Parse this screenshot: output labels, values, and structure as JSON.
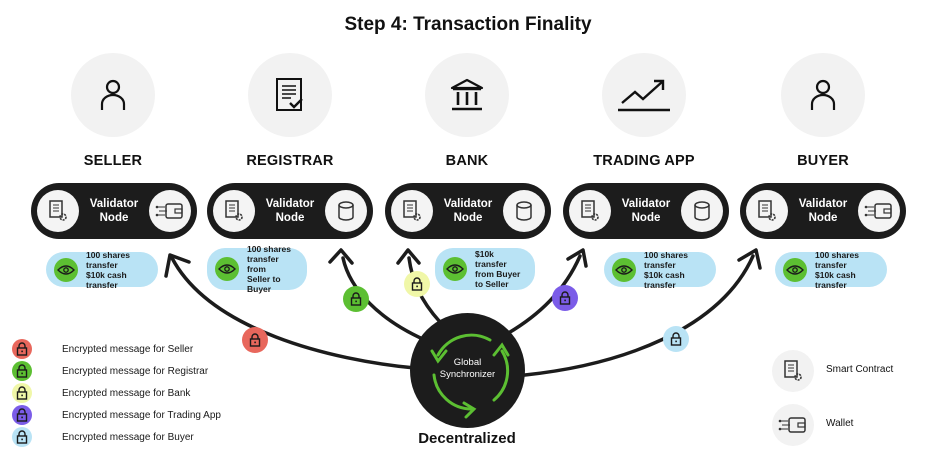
{
  "title": "Step 4: Transaction Finality",
  "entities": [
    {
      "label": "SELLER",
      "icon": "person-icon"
    },
    {
      "label": "REGISTRAR",
      "icon": "document-check-icon"
    },
    {
      "label": "BANK",
      "icon": "bank-icon"
    },
    {
      "label": "TRADING APP",
      "icon": "chart-trend-icon"
    },
    {
      "label": "BUYER",
      "icon": "person-icon"
    }
  ],
  "nodes": [
    {
      "text_line1": "Validator",
      "text_line2": "Node",
      "left_icon": "smart-contract-icon",
      "right_icon": "wallet-icon"
    },
    {
      "text_line1": "Validator",
      "text_line2": "Node",
      "left_icon": "smart-contract-icon",
      "right_icon": "database-icon"
    },
    {
      "text_line1": "Validator",
      "text_line2": "Node",
      "left_icon": "smart-contract-icon",
      "right_icon": "database-icon"
    },
    {
      "text_line1": "Validator",
      "text_line2": "Node",
      "left_icon": "smart-contract-icon",
      "right_icon": "database-icon"
    },
    {
      "text_line1": "Validator",
      "text_line2": "Node",
      "left_icon": "smart-contract-icon",
      "right_icon": "wallet-icon"
    }
  ],
  "info": [
    {
      "lines": [
        "100 shares transfer",
        "$10k cash transfer"
      ]
    },
    {
      "lines": [
        "100 shares",
        "transfer from",
        "Seller to Buyer"
      ]
    },
    {
      "lines": [
        "$10k transfer",
        "from Buyer",
        "to Seller"
      ]
    },
    {
      "lines": [
        "100 shares transfer",
        "$10k cash transfer"
      ]
    },
    {
      "lines": [
        "100 shares transfer",
        "$10k cash transfer"
      ]
    }
  ],
  "synchronizer": {
    "line1": "Global",
    "line2": "Synchronizer",
    "caption": "Decentralized"
  },
  "colors": {
    "seller": "#e8675c",
    "registrar": "#5cbf32",
    "bank": "#f0f7a8",
    "trading_app": "#7b5ce8",
    "buyer": "#b9e3f5",
    "sync_arrows": "#5cbf32",
    "dark": "#1c1c1c"
  },
  "legend": [
    {
      "label": "Encrypted message for Seller",
      "color": "#e8675c"
    },
    {
      "label": "Encrypted message for Registrar",
      "color": "#5cbf32"
    },
    {
      "label": "Encrypted message for Bank",
      "color": "#f0f7a8"
    },
    {
      "label": "Encrypted message for Trading App",
      "color": "#7b5ce8"
    },
    {
      "label": "Encrypted message for Buyer",
      "color": "#b9e3f5"
    }
  ],
  "key": [
    {
      "label": "Smart Contract",
      "icon": "smart-contract-icon"
    },
    {
      "label": "Wallet",
      "icon": "wallet-icon"
    }
  ]
}
